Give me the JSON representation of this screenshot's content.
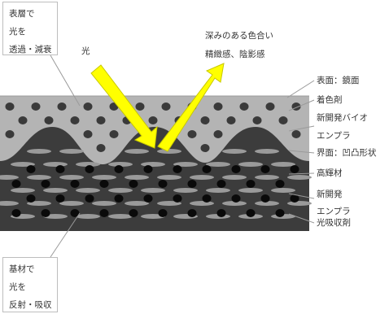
{
  "diagram": {
    "title": "",
    "top_box_lines": [
      "表層で",
      "光を",
      "透過・減衰"
    ],
    "bottom_box_lines": [
      "基材で",
      "光を",
      "反射・吸収"
    ],
    "light_label": "光",
    "reflection_lines": [
      "深みのある色合い",
      "精緻感、陰影感"
    ],
    "right_labels": [
      {
        "id": "surface",
        "text": "表面：鏡面"
      },
      {
        "id": "colorant",
        "text": "着色剤"
      },
      {
        "id": "bio_plastic",
        "lines": [
          "新開発バイオ",
          "エンプラ"
        ]
      },
      {
        "id": "interface",
        "text": "界面：凹凸形状"
      },
      {
        "id": "high_gloss",
        "text": "高輝材"
      },
      {
        "id": "new_plastic",
        "lines": [
          "新開発",
          "エンプラ"
        ]
      },
      {
        "id": "absorber",
        "text": "光吸収剤"
      }
    ],
    "colors": {
      "top_layer": "#b4b4b4",
      "bottom_layer": "#3c3c3c",
      "dot": "#3a3a3a",
      "black_dot": "#0a0a0a",
      "flake": "#9a9a9a",
      "arrow": "#ffff00",
      "arrow_outline": "#c8c800",
      "leader": "#9a9a9a"
    }
  }
}
